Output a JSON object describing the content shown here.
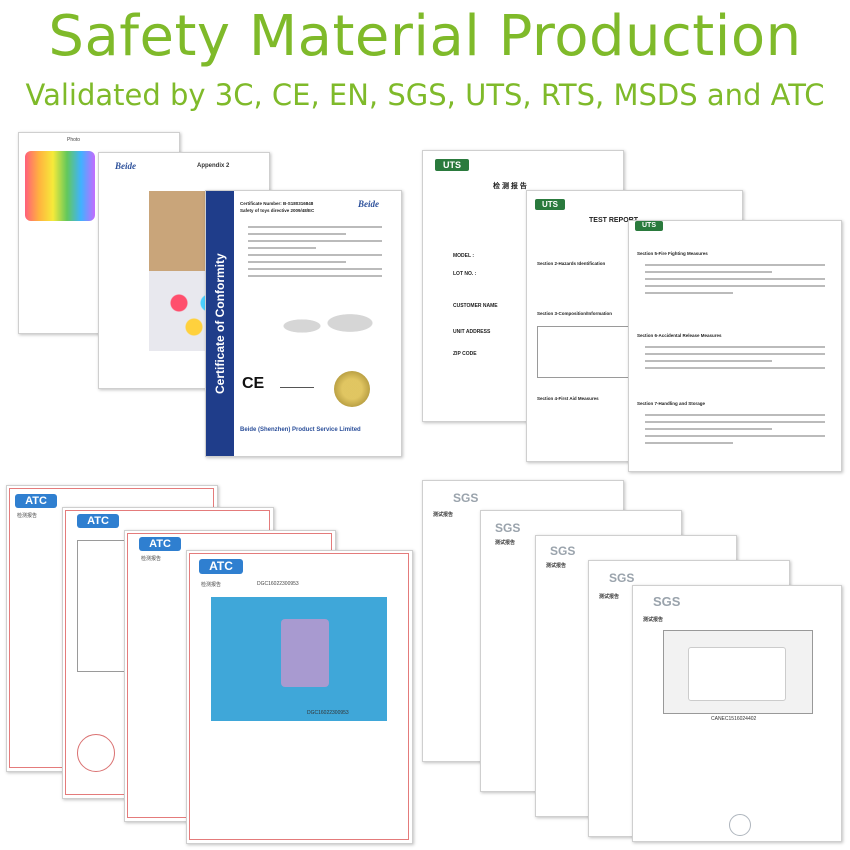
{
  "header": {
    "title": "Safety Material Production",
    "subtitle": "Validated by 3C, CE, EN, SGS, UTS, RTS, MSDS and ATC",
    "accent_color": "#7fba2a"
  },
  "certificate_panel": {
    "band_text": "Certificate of Conformity",
    "brand": "Beide",
    "footer_company": "Beide (Shenzhen) Product Service Limited",
    "cert_number": "Certificate Number: B-S180316848",
    "directive": "Safety of toys directive 2009/48/EC",
    "appendix": "Appendix 2",
    "mark": "CE",
    "band_color": "#1f3d8a"
  },
  "uts_panel": {
    "badge": "UTS",
    "report_title": "检 测 报 告",
    "report_subtitle": "TEST REPORT",
    "fields": [
      "MODEL :",
      "LOT NO. :",
      "CUSTOMER NAME",
      "UNIT ADDRESS",
      "ZIP CODE"
    ],
    "sections": [
      "Section 2-Hazards Identification",
      "Section 3-Composition/Information",
      "Section 4-First Aid Measures",
      "Section 5-Fire Fighting Measures",
      "Section 6-Accidental Release Measures",
      "Section 7-Handling and Storage"
    ],
    "badge_color": "#2a7a3d"
  },
  "atc_panel": {
    "badge": "ATC",
    "report_title": "检测报告",
    "sample_code": "DGC16022300953",
    "badge_color": "#2f7fd0"
  },
  "sgs_panel": {
    "badge": "SGS",
    "report_title": "测试报告",
    "sample_code": "CANEC1516024402"
  }
}
